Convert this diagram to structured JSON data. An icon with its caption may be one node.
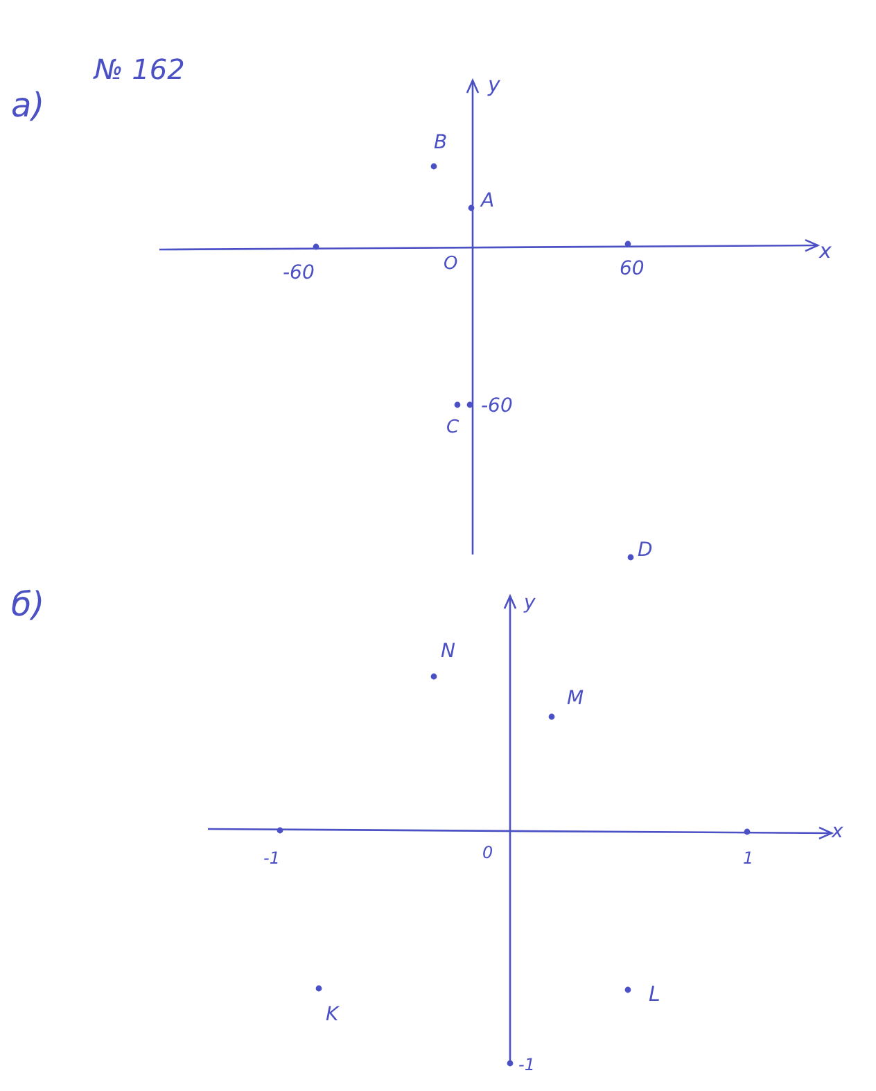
{
  "diagram": {
    "labels": [
      "№ 162",
      "а)",
      "y",
      "B",
      "A",
      "x",
      "-60",
      "O",
      "60",
      "-60",
      "C",
      "D",
      "б)",
      "y",
      "N",
      "M",
      "x",
      "-1",
      "0",
      "1",
      "K",
      "L",
      "-1"
    ]
  }
}
